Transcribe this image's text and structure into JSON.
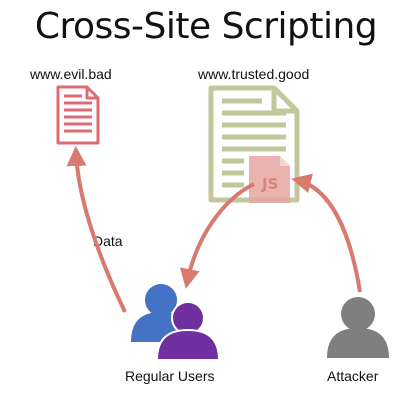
{
  "title": "Cross-Site Scripting",
  "evil_site": {
    "label": "www.evil.bad"
  },
  "trusted_site": {
    "label": "www.trusted.good",
    "script_badge": "JS"
  },
  "data_label": "Data",
  "users": {
    "label": "Regular Users"
  },
  "attacker": {
    "label": "Attacker"
  },
  "colors": {
    "evil_doc": "#e06a74",
    "trusted_doc": "#c3c79c",
    "arrow": "#d97a6e",
    "js_file": "#e8a6a2",
    "user_back": "#4472c4",
    "user_front": "#7030a0",
    "attacker": "#7f7f7f"
  }
}
